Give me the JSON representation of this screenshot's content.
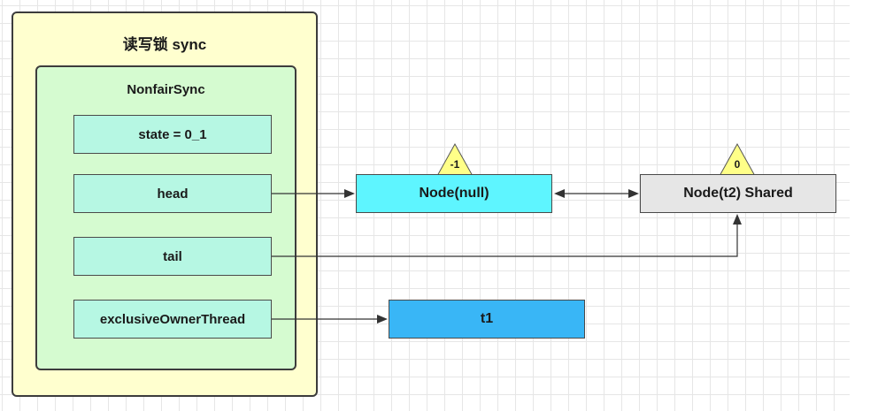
{
  "outer_title": "读写锁 sync",
  "inner_title": "NonfairSync",
  "fields": {
    "state": "state = 0_1",
    "head": "head",
    "tail": "tail",
    "owner": "exclusiveOwnerThread"
  },
  "nodes": {
    "null_node": {
      "label": "Node(null)",
      "status": "-1",
      "color": "#5ef5ff"
    },
    "t2_node": {
      "label": "Node(t2) Shared",
      "status": "0",
      "color": "#e6e6e6"
    },
    "t1": {
      "label": "t1",
      "color": "#39b6f6"
    }
  },
  "colors": {
    "outer_fill": "#ffffcf",
    "inner_fill": "#d5fbd0",
    "field_fill": "#b6f7e3",
    "triangle_fill": "#ffff88"
  }
}
